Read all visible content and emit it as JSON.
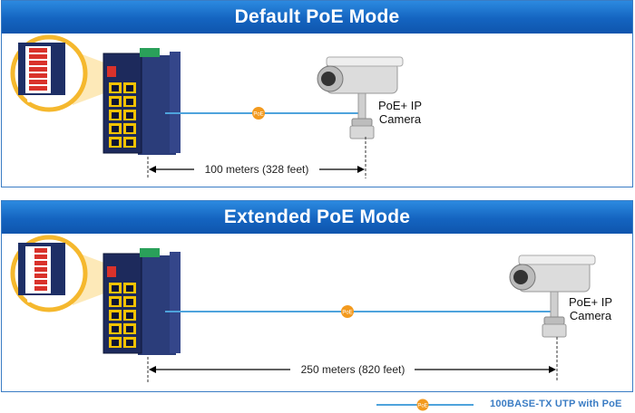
{
  "panels": [
    {
      "title": "Default PoE Mode",
      "distance_label": "100 meters (328 feet)",
      "camera_label_line1": "PoE+ IP",
      "camera_label_line2": "Camera",
      "poe_badge": "PoE"
    },
    {
      "title": "Extended PoE Mode",
      "distance_label": "250 meters (820 feet)",
      "camera_label_line1": "PoE+ IP",
      "camera_label_line2": "Camera",
      "poe_badge": "PoE"
    }
  ],
  "legend": {
    "badge": "PoE",
    "label": "100BASE-TX UTP with PoE"
  },
  "colors": {
    "header_blue": "#1464c0",
    "cable_blue": "#4ea3dc",
    "poe_orange": "#f39a1e",
    "switch_navy": "#1d2a5c",
    "dip_red": "#d9322b",
    "port_yellow": "#f2c200"
  }
}
